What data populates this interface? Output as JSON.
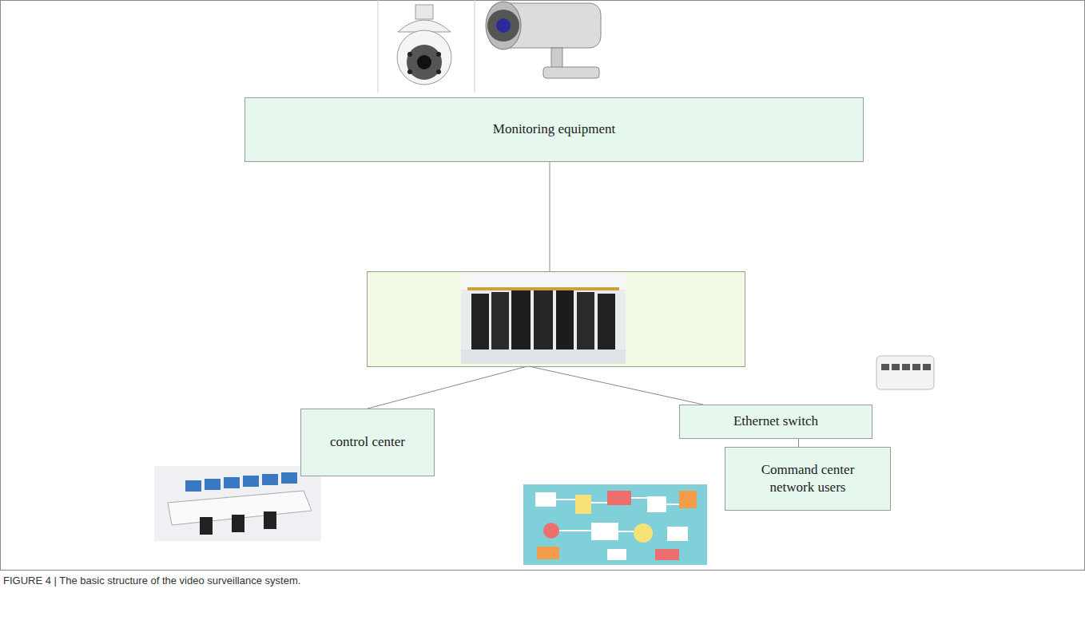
{
  "diagram": {
    "caption": "FIGURE 4 | The basic structure of the video surveillance system.",
    "nodes": [
      {
        "text": [
          "Monitoring equipment"
        ]
      },
      {
        "text": [
          "control center"
        ]
      },
      {
        "text": [
          "Ethernet switch"
        ]
      },
      {
        "text": [
          "Command center network users"
        ]
      }
    ],
    "edges": [
      {
        "from": 2,
        "to": 3,
        "arrow": "none"
      }
    ]
  }
}
